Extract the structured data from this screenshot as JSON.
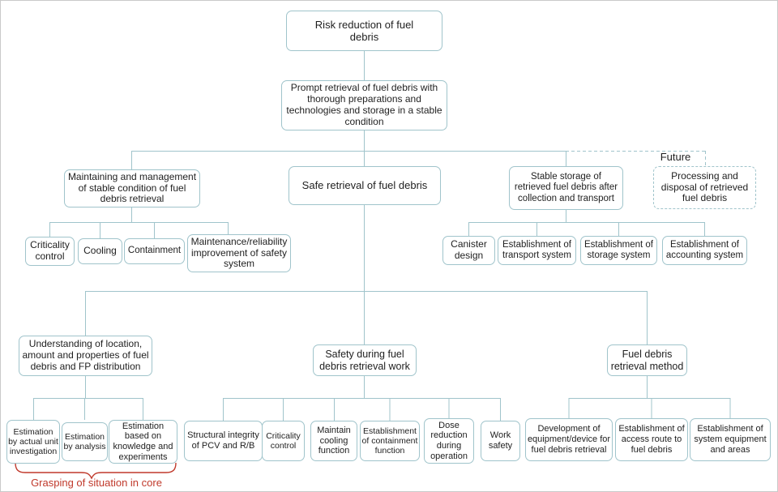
{
  "colors": {
    "box_border": "#a0c4cb",
    "connector": "#a0c4cb",
    "text": "#1f1f1f",
    "annotation": "#c0392b",
    "background": "#ffffff"
  },
  "nodes": {
    "risk_reduction": {
      "label": "Risk reduction of fuel debris"
    },
    "prompt_retrieval": {
      "label": "Prompt retrieval of fuel debris with thorough preparations and technologies and storage in a stable condition"
    },
    "maintaining_management": {
      "label": "Maintaining and management of stable condition of fuel debris retrieval"
    },
    "safe_retrieval": {
      "label": "Safe retrieval of fuel debris"
    },
    "stable_storage": {
      "label": "Stable storage of retrieved fuel debris after collection and transport"
    },
    "processing_disposal": {
      "label": "Processing and disposal of retrieved fuel debris"
    },
    "criticality_control_1": {
      "label": "Criticality control"
    },
    "cooling": {
      "label": "Cooling"
    },
    "containment": {
      "label": "Containment"
    },
    "maintenance_reliability": {
      "label": "Maintenance/reliability improvement of safety system"
    },
    "canister_design": {
      "label": "Canister design"
    },
    "establishment_transport": {
      "label": "Establishment of transport system"
    },
    "establishment_storage": {
      "label": "Establishment of storage system"
    },
    "establishment_accounting": {
      "label": "Establishment of accounting system"
    },
    "understanding_location": {
      "label": "Understanding of location, amount and properties of fuel debris and FP distribution"
    },
    "safety_during_work": {
      "label": "Safety during fuel debris retrieval work"
    },
    "fuel_debris_method": {
      "label": "Fuel debris retrieval method"
    },
    "estimation_actual_unit": {
      "label": "Estimation by actual unit investigation"
    },
    "estimation_analysis": {
      "label": "Estimation by analysis"
    },
    "estimation_knowledge": {
      "label": "Estimation based on knowledge and experiments"
    },
    "structural_integrity": {
      "label": "Structural integrity of PCV and R/B"
    },
    "criticality_control_2": {
      "label": "Criticality control"
    },
    "maintain_cooling": {
      "label": "Maintain cooling function"
    },
    "establishment_containment": {
      "label": "Establishment of containment function"
    },
    "dose_reduction": {
      "label": "Dose reduction during operation"
    },
    "work_safety": {
      "label": "Work safety"
    },
    "development_equipment": {
      "label": "Development of equipment/device for fuel debris retrieval"
    },
    "establishment_access_route": {
      "label": "Establishment of access route to fuel debris"
    },
    "establishment_system_equipment": {
      "label": "Establishment of system equipment and areas"
    }
  },
  "labels": {
    "future": "Future",
    "bracket_annotation": "Grasping of situation in core"
  }
}
